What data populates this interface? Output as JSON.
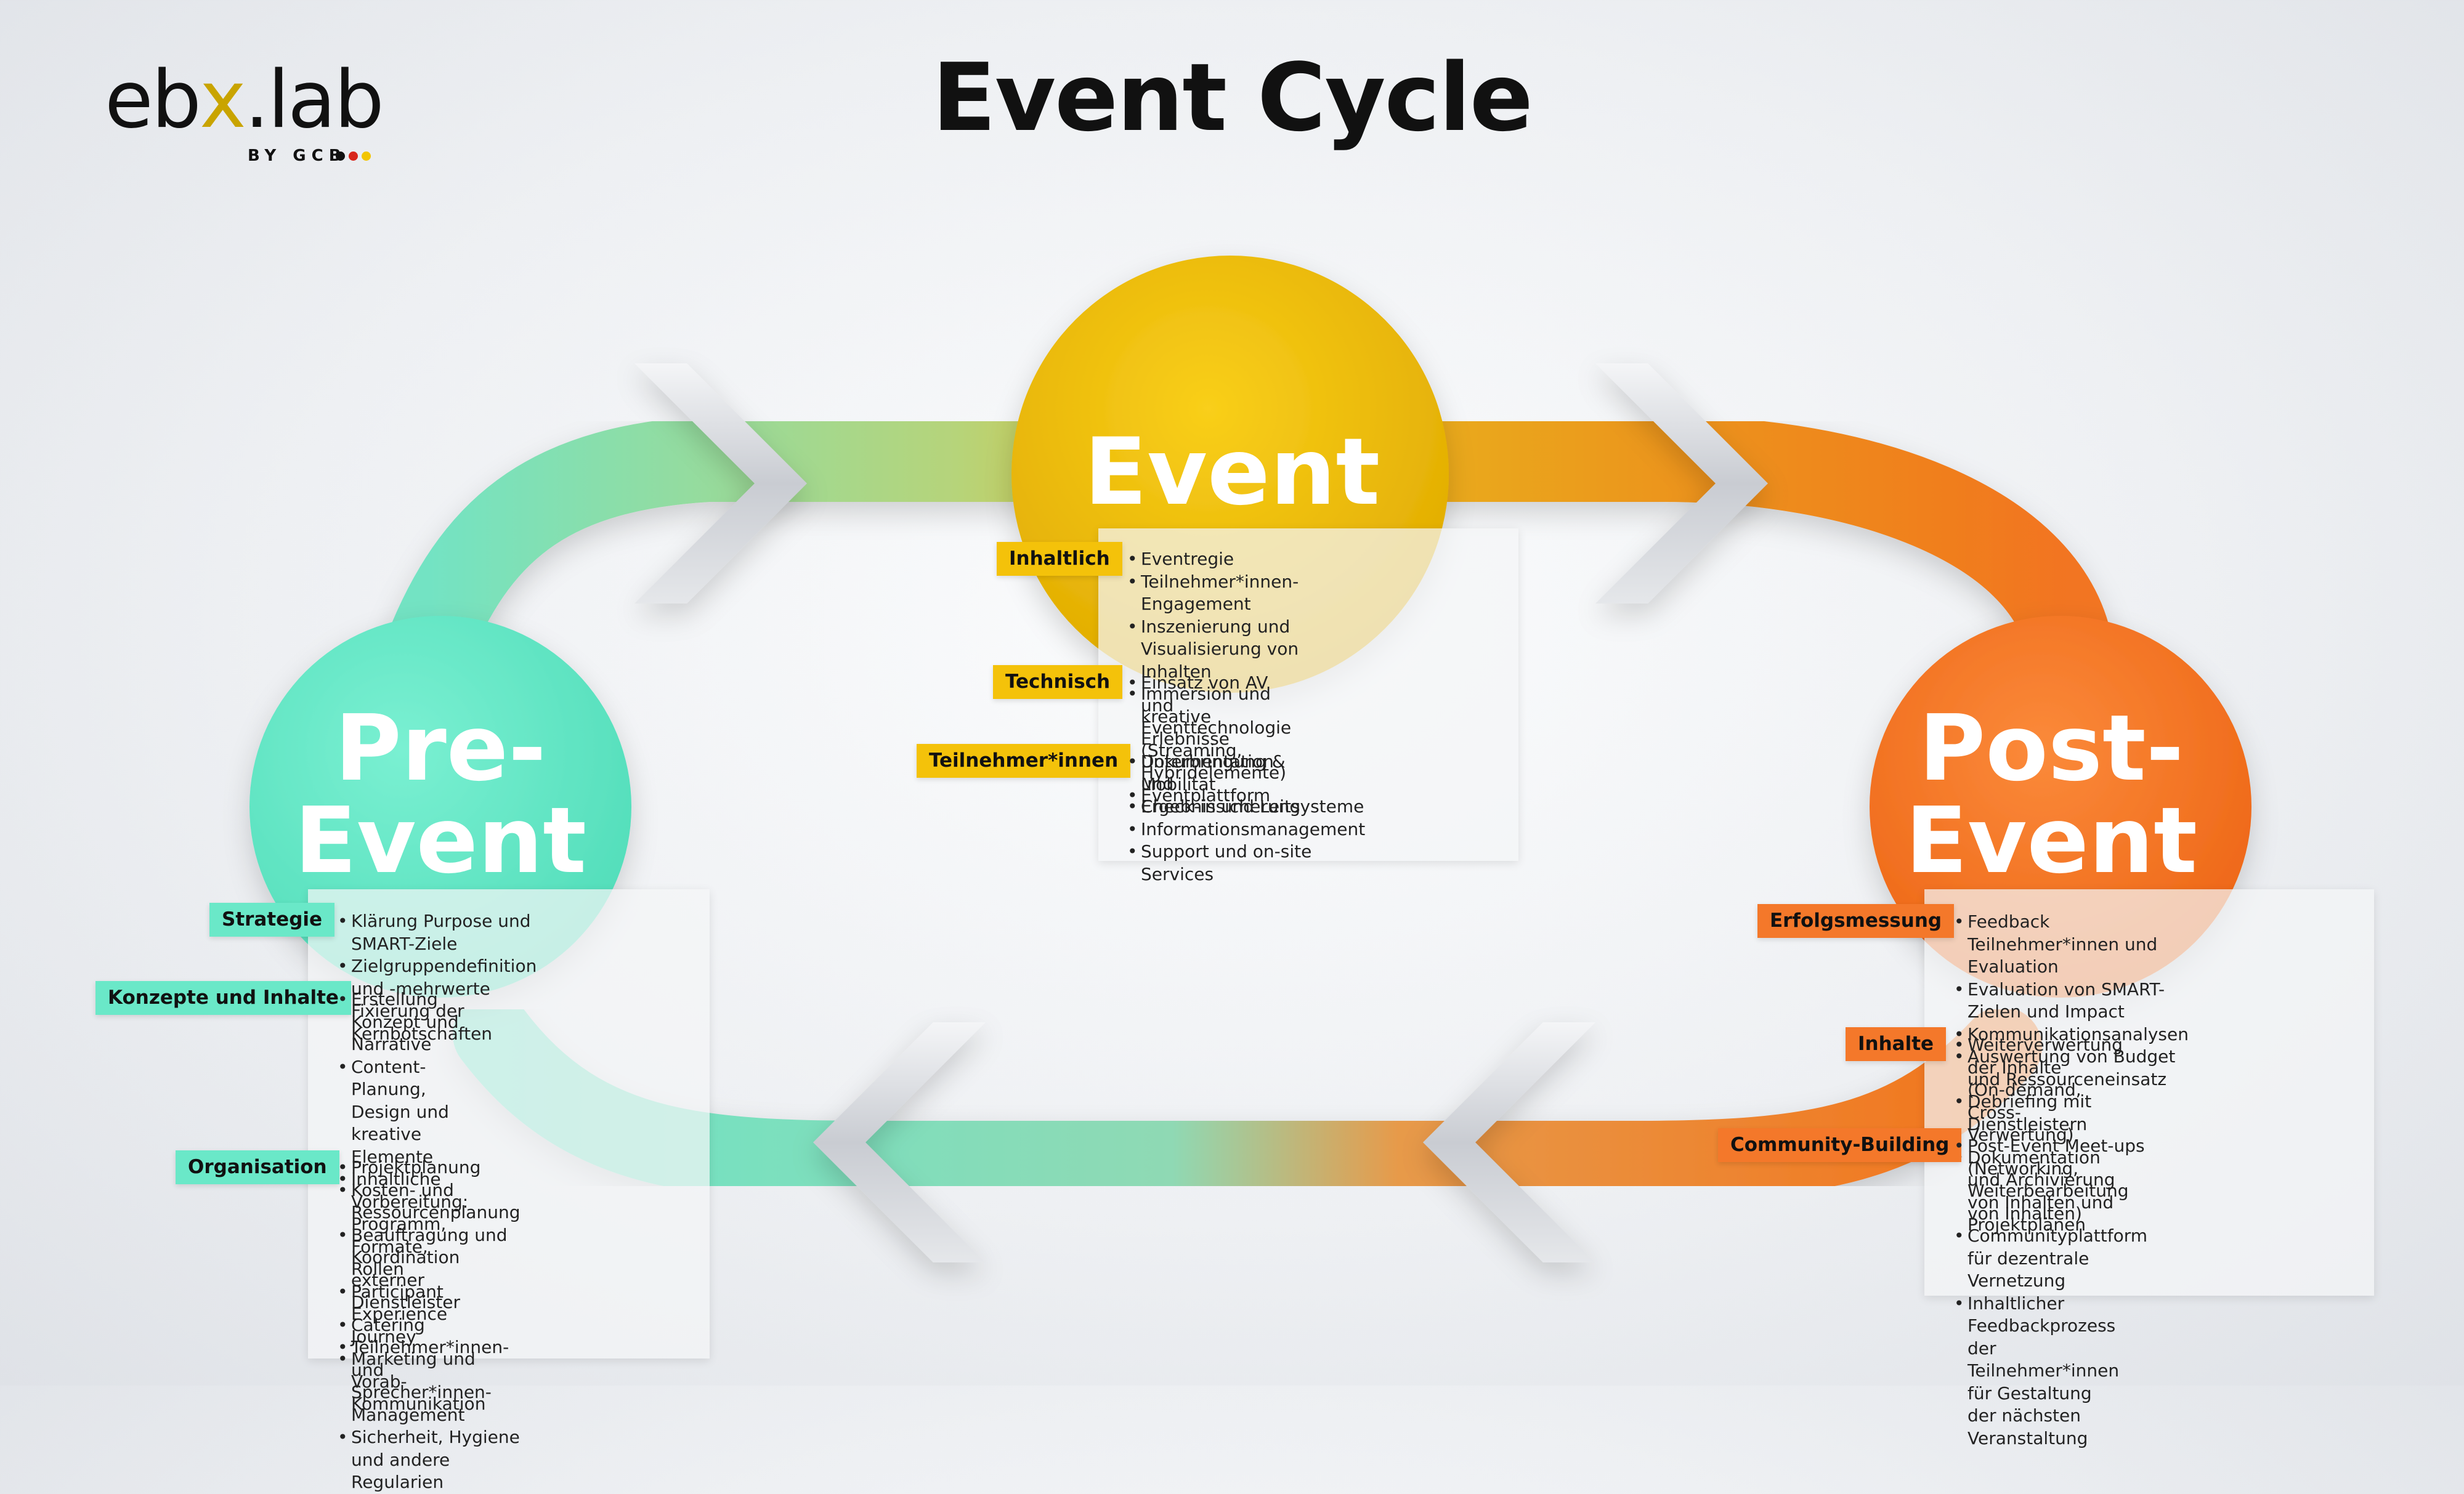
{
  "logo": {
    "word_a": "eb",
    "word_x": "x",
    "word_b": ".lab",
    "by": "BY GCB",
    "dot_colors": [
      "#111111",
      "#d8261c",
      "#f2c500"
    ]
  },
  "title": "Event Cycle",
  "colors": {
    "event": "#f4c20a",
    "pre_event": "#6ae8c8",
    "post_event": "#f4782a"
  },
  "event": {
    "title": "Event",
    "groups": [
      {
        "tag": "Inhaltlich",
        "items": [
          "Eventregie",
          "Teilnehmer*innen-Engagement",
          "Inszenierung und Visualisierung von Inhalten",
          "Immersion und kreative Erlebnisse",
          "Dokumentation und Ergebnissicherung"
        ]
      },
      {
        "tag": "Technisch",
        "items": [
          "Einsatz von AV und Eventtechnologie\n(Streaming, Hybridelemente)",
          "Eventplattform"
        ]
      },
      {
        "tag": "Teilnehmer*innen",
        "items": [
          "Unterbringung & Mobilität",
          "Check-in und Leitsysteme",
          "Informationsmanagement",
          "Support und on-site Services"
        ]
      }
    ]
  },
  "pre_event": {
    "title": "Pre-\nEvent",
    "groups": [
      {
        "tag": "Strategie",
        "items": [
          "Klärung Purpose und SMART-Ziele",
          "Zielgruppendefinition und -mehrwerte",
          "Fixierung der Kernbotschaften"
        ]
      },
      {
        "tag": "Konzepte und Inhalte",
        "items": [
          "Erstellung Konzept und Narrative",
          "Content-Planung, Design und\nkreative Elemente",
          "Inhaltliche Vorbereitung:\nProgramm, Formate, Rollen",
          "Participant Experience Journey",
          "Marketing und Vorab-Kommunikation"
        ]
      },
      {
        "tag": "Organisation",
        "items": [
          "Projektplanung",
          "Kosten- und Ressourcenplanung",
          "Beauftragung und Koordination\nexterner Dienstleister",
          "Catering",
          "Teilnehmer*innen- und\nSprecher*innen-Management",
          "Sicherheit, Hygiene und andere Regularien"
        ]
      }
    ]
  },
  "post_event": {
    "title": "Post-\nEvent",
    "groups": [
      {
        "tag": "Erfolgsmessung",
        "items": [
          "Feedback Teilnehmer*innen und Evaluation",
          "Evaluation von SMART-Zielen und Impact",
          "Kommunikationsanalysen",
          "Auswertung von Budget und Ressourceneinsatz",
          "Debriefing mit Dienstleistern"
        ]
      },
      {
        "tag": "Inhalte",
        "items": [
          "Weiterverwertung der Inhalte\n(On-demand, Cross-Verwertung)",
          "Dokumentation und Archivierung\nvon Inhalten und Projektplänen"
        ]
      },
      {
        "tag": "Community-Building",
        "items": [
          "Post-Event Meet-ups\n(Networking, Weiterbearbeitung von Inhalten)",
          "Communityplattform für dezentrale Vernetzung",
          "Inhaltlicher Feedbackprozess der\nTeilnehmer*innen für Gestaltung\nder nächsten Veranstaltung"
        ]
      }
    ]
  }
}
